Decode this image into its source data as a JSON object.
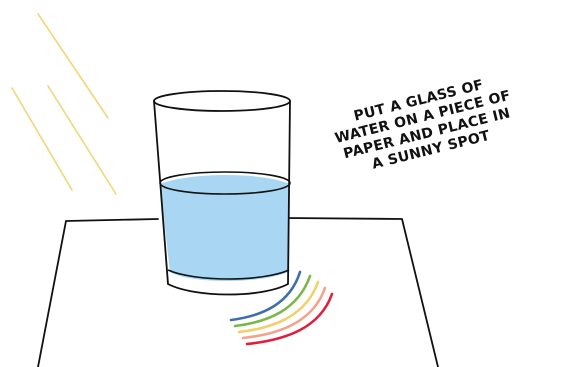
{
  "instruction": {
    "lines": [
      "PUT A GLASS OF",
      "WATER ON A PIECE OF",
      "PAPER AND PLACE IN",
      "A SUNNY SPOT"
    ]
  },
  "colors": {
    "sun_ray": "#f2d67a",
    "water": "#a9d6f2",
    "outline": "#111111",
    "spectrum": [
      "#3f6ea8",
      "#7ab648",
      "#f3cf6a",
      "#f2a38a",
      "#e01f3d"
    ]
  },
  "icons": {
    "sun_rays": "sun-rays-icon",
    "glass": "glass-of-water-icon",
    "paper": "paper-sheet-icon",
    "rainbow": "rainbow-arcs-icon"
  }
}
